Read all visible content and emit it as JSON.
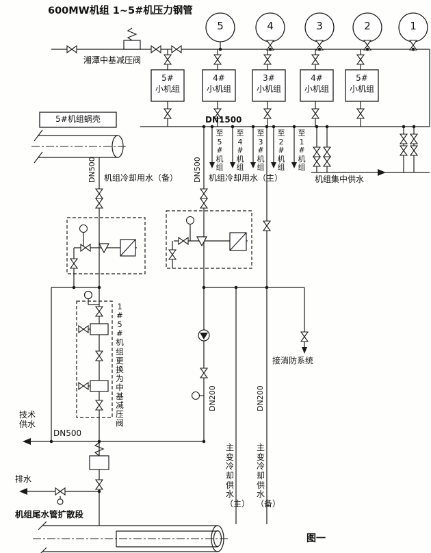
{
  "title": "600MW机组 1~5#机压力钢管",
  "colors": {
    "line": "#1a1a1a",
    "background": "#fefefc"
  },
  "top": {
    "prv_label": "湘潭中基减压阀",
    "unit_circles": [
      "5",
      "4",
      "3",
      "2",
      "1"
    ],
    "small_units": [
      {
        "num": "5#",
        "name": "小机组"
      },
      {
        "num": "4#",
        "name": "小机组"
      },
      {
        "num": "3#",
        "name": "小机组"
      },
      {
        "num": "4#",
        "name": "小机组"
      },
      {
        "num": "5#",
        "name": "小机组"
      }
    ]
  },
  "header": {
    "dn1500": "DN1500",
    "to_units": [
      "至5#机组",
      "至4#机组",
      "至3#机组",
      "至2#机组",
      "至1#机组"
    ],
    "central_supply": "机组集中供水"
  },
  "volute": {
    "label": "5#机组蜗壳"
  },
  "cooling": {
    "backup_label": "机组冷却用水（备）",
    "main_label": "机组冷却用水（主）",
    "dn500_backup": "DN500",
    "dn500_main": "DN500"
  },
  "middle": {
    "replace_note": "1#5#机组更换为中基减压阀",
    "fire_label": "接消防系统",
    "dn200_main": "DN200",
    "dn200_backup": "DN200"
  },
  "bottom": {
    "tech_supply": "技术供水",
    "dn500": "DN500",
    "drain": "排水",
    "draft_tube": "机组尾水管扩散段",
    "transformer_main": "主变冷却供水（主）",
    "transformer_backup": "主变冷却供水（备）",
    "figure": "图一"
  }
}
